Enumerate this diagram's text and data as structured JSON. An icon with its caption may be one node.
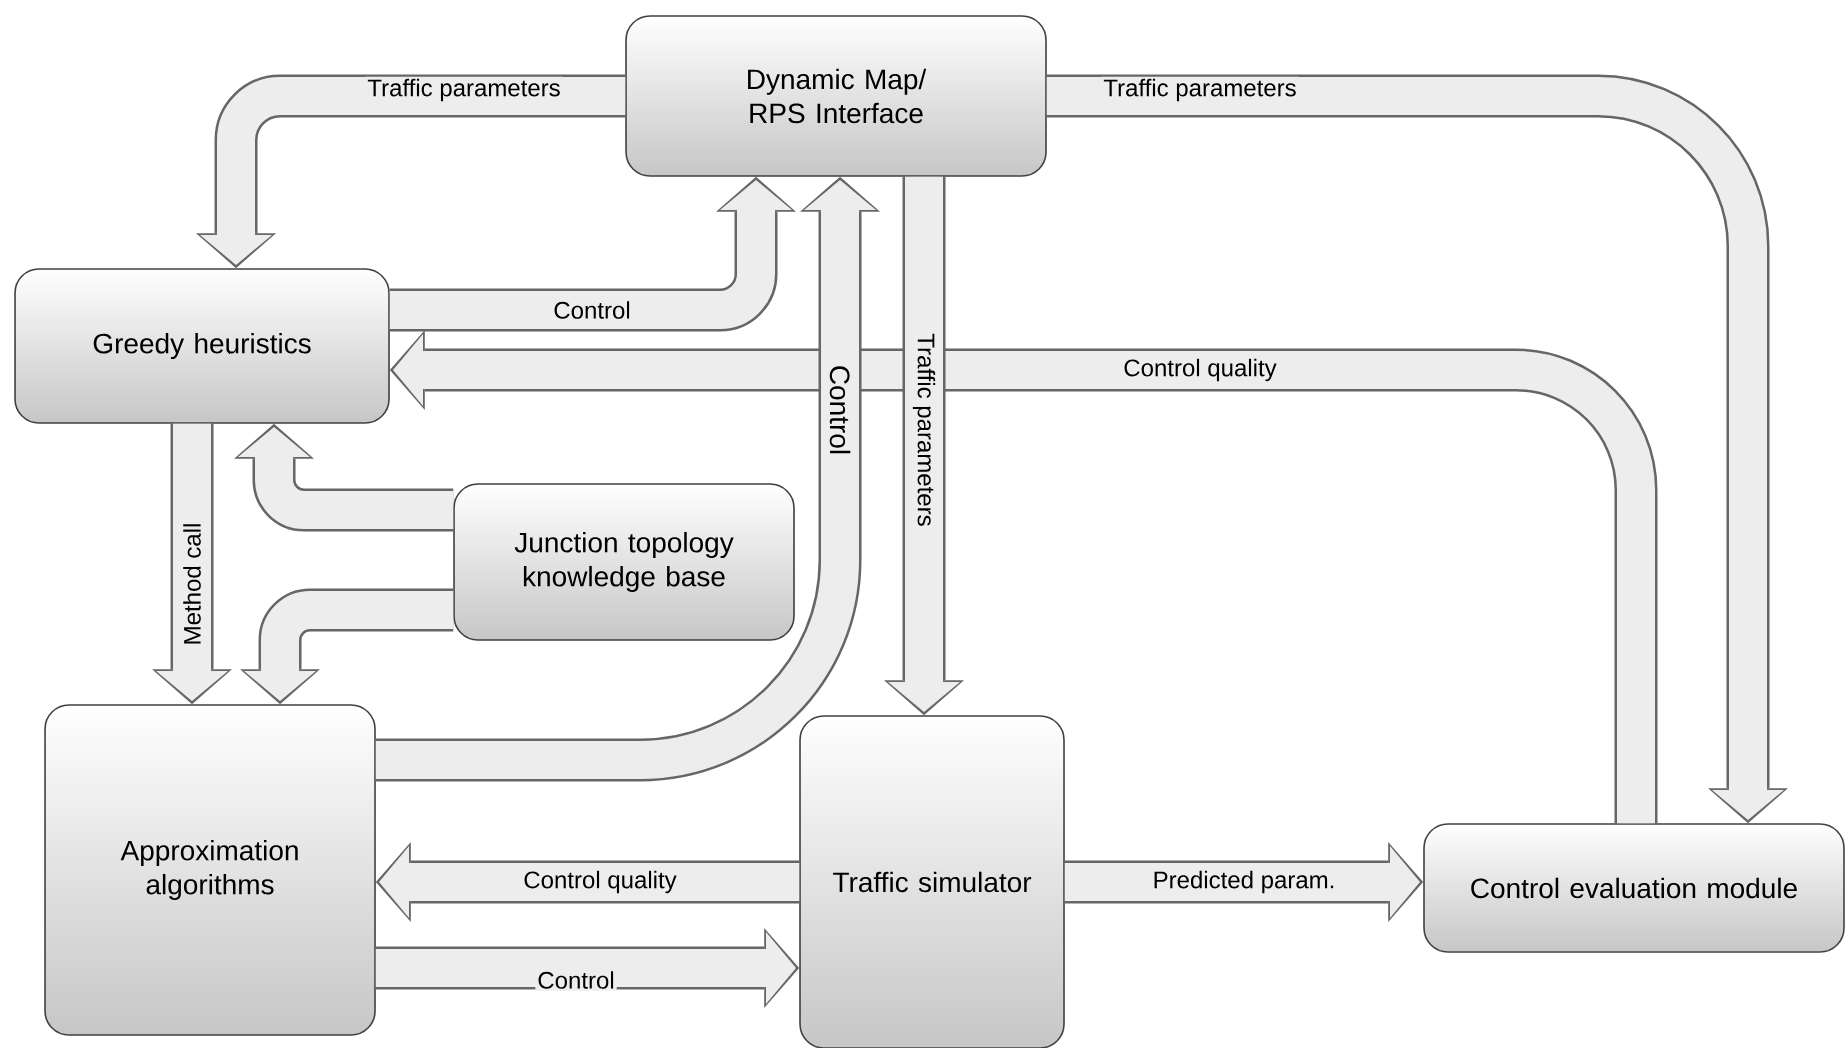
{
  "diagram": {
    "nodes": [
      {
        "text": [
          "Dynamic Map/ RPS Interface"
        ]
      },
      {
        "text": [
          "Greedy heuristics"
        ]
      },
      {
        "text": [
          "Junction topology knowledge base"
        ]
      },
      {
        "text": [
          "Approximation algorithms"
        ]
      },
      {
        "text": [
          "Traffic simulator"
        ]
      },
      {
        "text": [
          "Control evaluation module"
        ]
      }
    ],
    "edges": [
      {
        "from": 0,
        "to": 1,
        "arrow": "to",
        "label": "Traffic parameters"
      },
      {
        "from": 0,
        "to": 5,
        "arrow": "to",
        "label": "Traffic parameters"
      },
      {
        "from": 5,
        "to": 1,
        "arrow": "to",
        "label": "Control quality"
      },
      {
        "from": 1,
        "to": 0,
        "arrow": "to",
        "label": "Control"
      },
      {
        "from": 3,
        "to": 0,
        "arrow": "to",
        "label": "Control"
      },
      {
        "from": 0,
        "to": 4,
        "arrow": "to",
        "label": "Traffic parameters"
      },
      {
        "from": 1,
        "to": 3,
        "arrow": "to",
        "label": "Method call"
      },
      {
        "from": 2,
        "to": 1,
        "arrow": "to"
      },
      {
        "from": 2,
        "to": 3,
        "arrow": "to"
      },
      {
        "from": 4,
        "to": 3,
        "arrow": "to",
        "label": "Control quality"
      },
      {
        "from": 3,
        "to": 4,
        "arrow": "to",
        "label": "Control"
      },
      {
        "from": 4,
        "to": 5,
        "arrow": "to",
        "label": "Predicted param."
      }
    ]
  }
}
